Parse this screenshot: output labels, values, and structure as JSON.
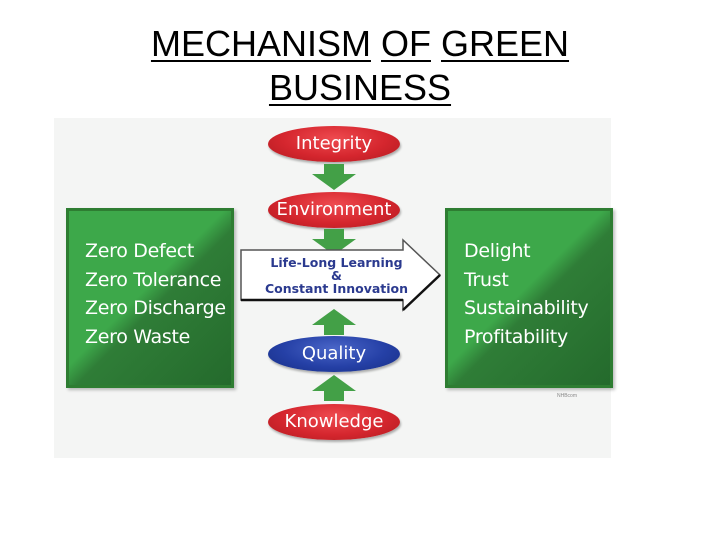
{
  "title": {
    "word1": "MECHANISM",
    "word2": "OF",
    "word3": "GREEN",
    "word4": "BUSINESS"
  },
  "left_panel": [
    "Zero Defect",
    "Zero Tolerance",
    "Zero Discharge",
    "Zero Waste"
  ],
  "right_panel": [
    "Delight",
    "Trust",
    "Sustainability",
    "Profitability"
  ],
  "nodes": {
    "integrity": "Integrity",
    "environment": "Environment",
    "quality": "Quality",
    "knowledge": "Knowledge"
  },
  "center": {
    "line1": "Life-Long Learning",
    "line2": "&",
    "line3": "Constant Innovation"
  },
  "credit": "NHBcom",
  "colors": {
    "panel_green": "#3da84a",
    "arrow_green": "#43a047",
    "pill_red": "#d5262e",
    "pill_blue": "#2540a6",
    "center_text": "#2b3a8f"
  }
}
